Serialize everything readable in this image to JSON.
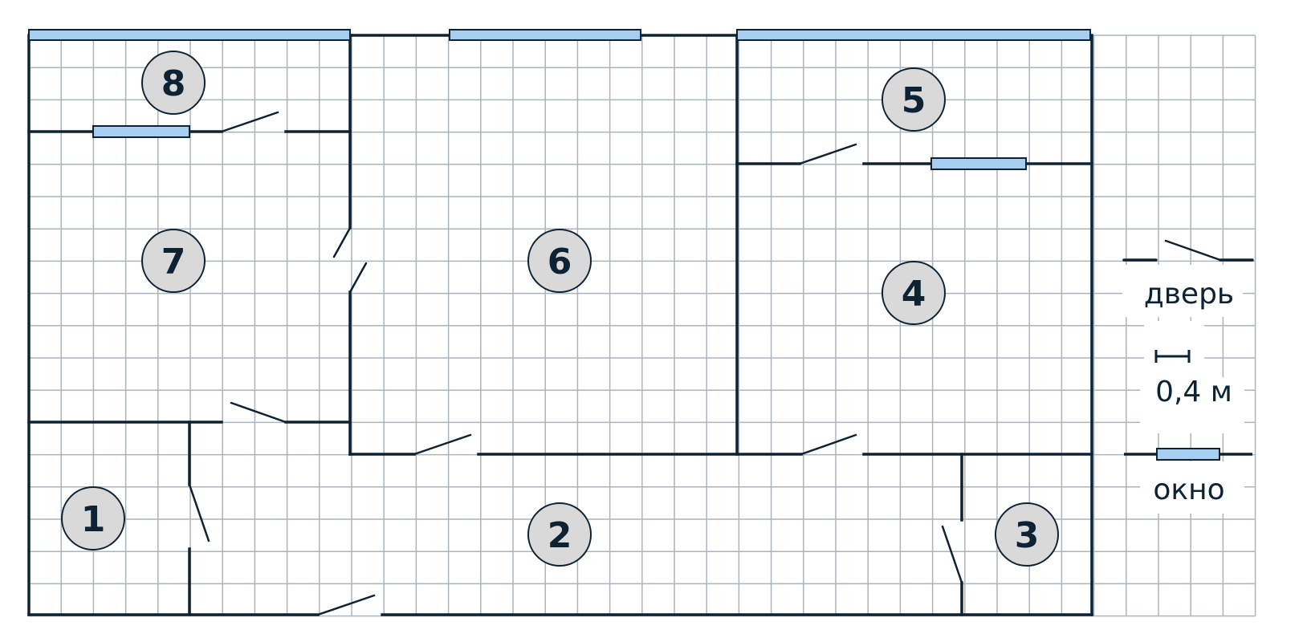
{
  "rooms": [
    {
      "id": "1",
      "label": "1"
    },
    {
      "id": "2",
      "label": "2"
    },
    {
      "id": "3",
      "label": "3"
    },
    {
      "id": "4",
      "label": "4"
    },
    {
      "id": "5",
      "label": "5"
    },
    {
      "id": "6",
      "label": "6"
    },
    {
      "id": "7",
      "label": "7"
    },
    {
      "id": "8",
      "label": "8"
    }
  ],
  "legend": {
    "door": "дверь",
    "scale": "0,4 м",
    "window": "окно"
  },
  "colors": {
    "wall": "#0d2233",
    "grid": "#a9b4bd",
    "window_fill": "#a7cdf0",
    "window_stroke": "#0d2233",
    "marker_fill": "#d9d9d9"
  }
}
